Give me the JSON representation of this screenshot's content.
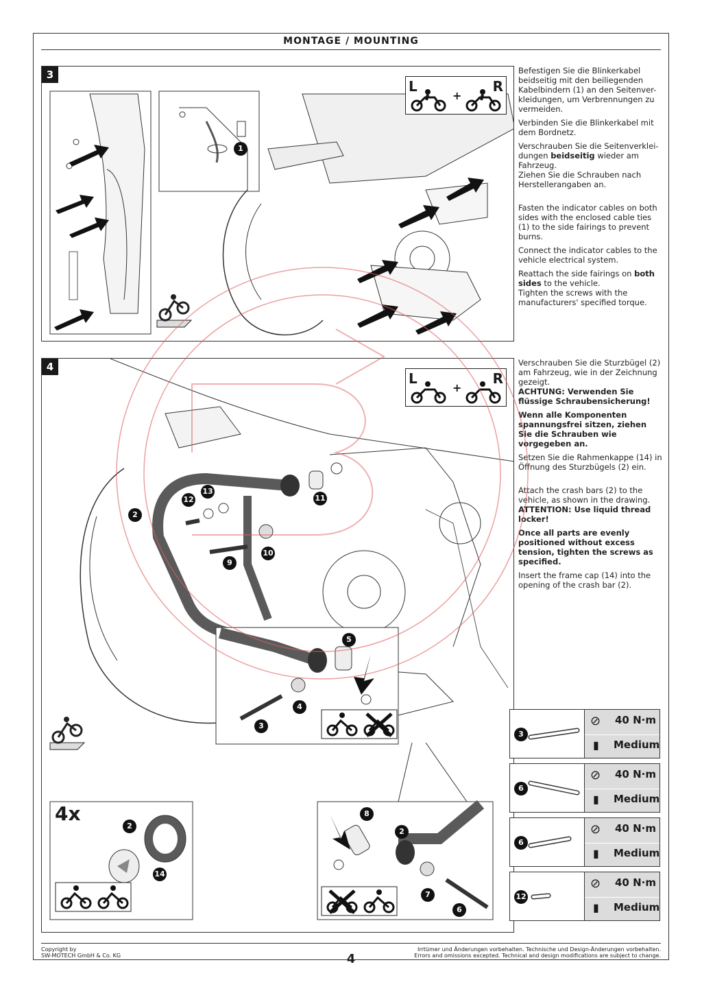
{
  "header": {
    "title": "MONTAGE / MOUNTING"
  },
  "step3": {
    "number": "3",
    "lr": {
      "left": "L",
      "right": "R",
      "plus": "+"
    },
    "callout_1": "1",
    "text_de": [
      "Befestigen Sie die Blinkerkabel beidseitig mit den beiliegenden Kabelbindern (1) an den Seitenver-kleidungen, um Verbrennungen zu vermeiden.",
      "Verbinden Sie die Blinkerkabel mit dem Bordnetz."
    ],
    "text_de_3a": "Verschrauben Sie die Seitenverklei-dungen ",
    "text_de_3b": "beidseitig",
    "text_de_3c": " wieder am Fahrzeug.",
    "text_de_4": "Ziehen Sie die Schrauben nach Herstellerangaben an.",
    "text_en": [
      "Fasten the indicator cables on both sides with the enclosed cable ties (1) to the side fairings to prevent burns.",
      "Connect the indicator cables to the vehicle electrical system."
    ],
    "text_en_3a": "Reattach the side fairings on ",
    "text_en_3b": "both sides",
    "text_en_3c": " to the vehicle.",
    "text_en_4": "Tighten the screws with the manufacturers' specified torque."
  },
  "step4": {
    "number": "4",
    "lr": {
      "left": "L",
      "right": "R",
      "plus": "+"
    },
    "text_de_1": "Verschrauben Sie die Sturzbügel (2) am Fahrzeug, wie in der Zeichnung gezeigt.",
    "text_de_2": "ACHTUNG: Verwenden Sie flüssige Schraubensicherung!",
    "text_de_3": "Wenn alle Komponenten spannungsfrei sitzen, ziehen Sie die Schrauben wie vorgegeben an.",
    "text_de_4": "Setzen Sie die Rahmenkappe (14) in Öffnung des Sturzbügels (2) ein.",
    "text_en_1": "Attach the crash bars (2) to the vehicle, as shown in the drawing.",
    "text_en_2": "ATTENTION: Use liquid thread locker!",
    "text_en_3": "Once all parts are evenly positioned without excess tension, tighten the screws as specified.",
    "text_en_4": "Insert the frame cap (14) into the opening of the crash bar (2).",
    "callouts": {
      "c2": "2",
      "c12": "12",
      "c13": "13",
      "c11": "11",
      "c10": "10",
      "c9": "9",
      "c5": "5",
      "c4": "4",
      "c3": "3",
      "c8": "8",
      "c2b": "2",
      "c7": "7",
      "c6": "6",
      "c2c": "2",
      "c14": "14"
    },
    "quantity": "4x"
  },
  "torque_table": [
    {
      "part": "3",
      "torque": "40 N·m",
      "locker": "Medium"
    },
    {
      "part": "6",
      "torque": "40 N·m",
      "locker": "Medium"
    },
    {
      "part": "6",
      "torque": "40 N·m",
      "locker": "Medium"
    },
    {
      "part": "12",
      "torque": "40 N·m",
      "locker": "Medium"
    }
  ],
  "footer": {
    "copyright_1": "Copyright by",
    "copyright_2": "SW-MOTECH GmbH & Co. KG",
    "disclaimer_de": "Irrtümer und Änderungen vorbehalten. Technische und Design-Änderungen vorbehalten.",
    "disclaimer_en": "Errors and omissions excepted. Technical and design modifications are subject to change.",
    "page": "4"
  },
  "colors": {
    "line": "#333333",
    "torque_bg": "#dcdcdc",
    "watermark": "#e06060",
    "bar": "#5a5a5a"
  }
}
